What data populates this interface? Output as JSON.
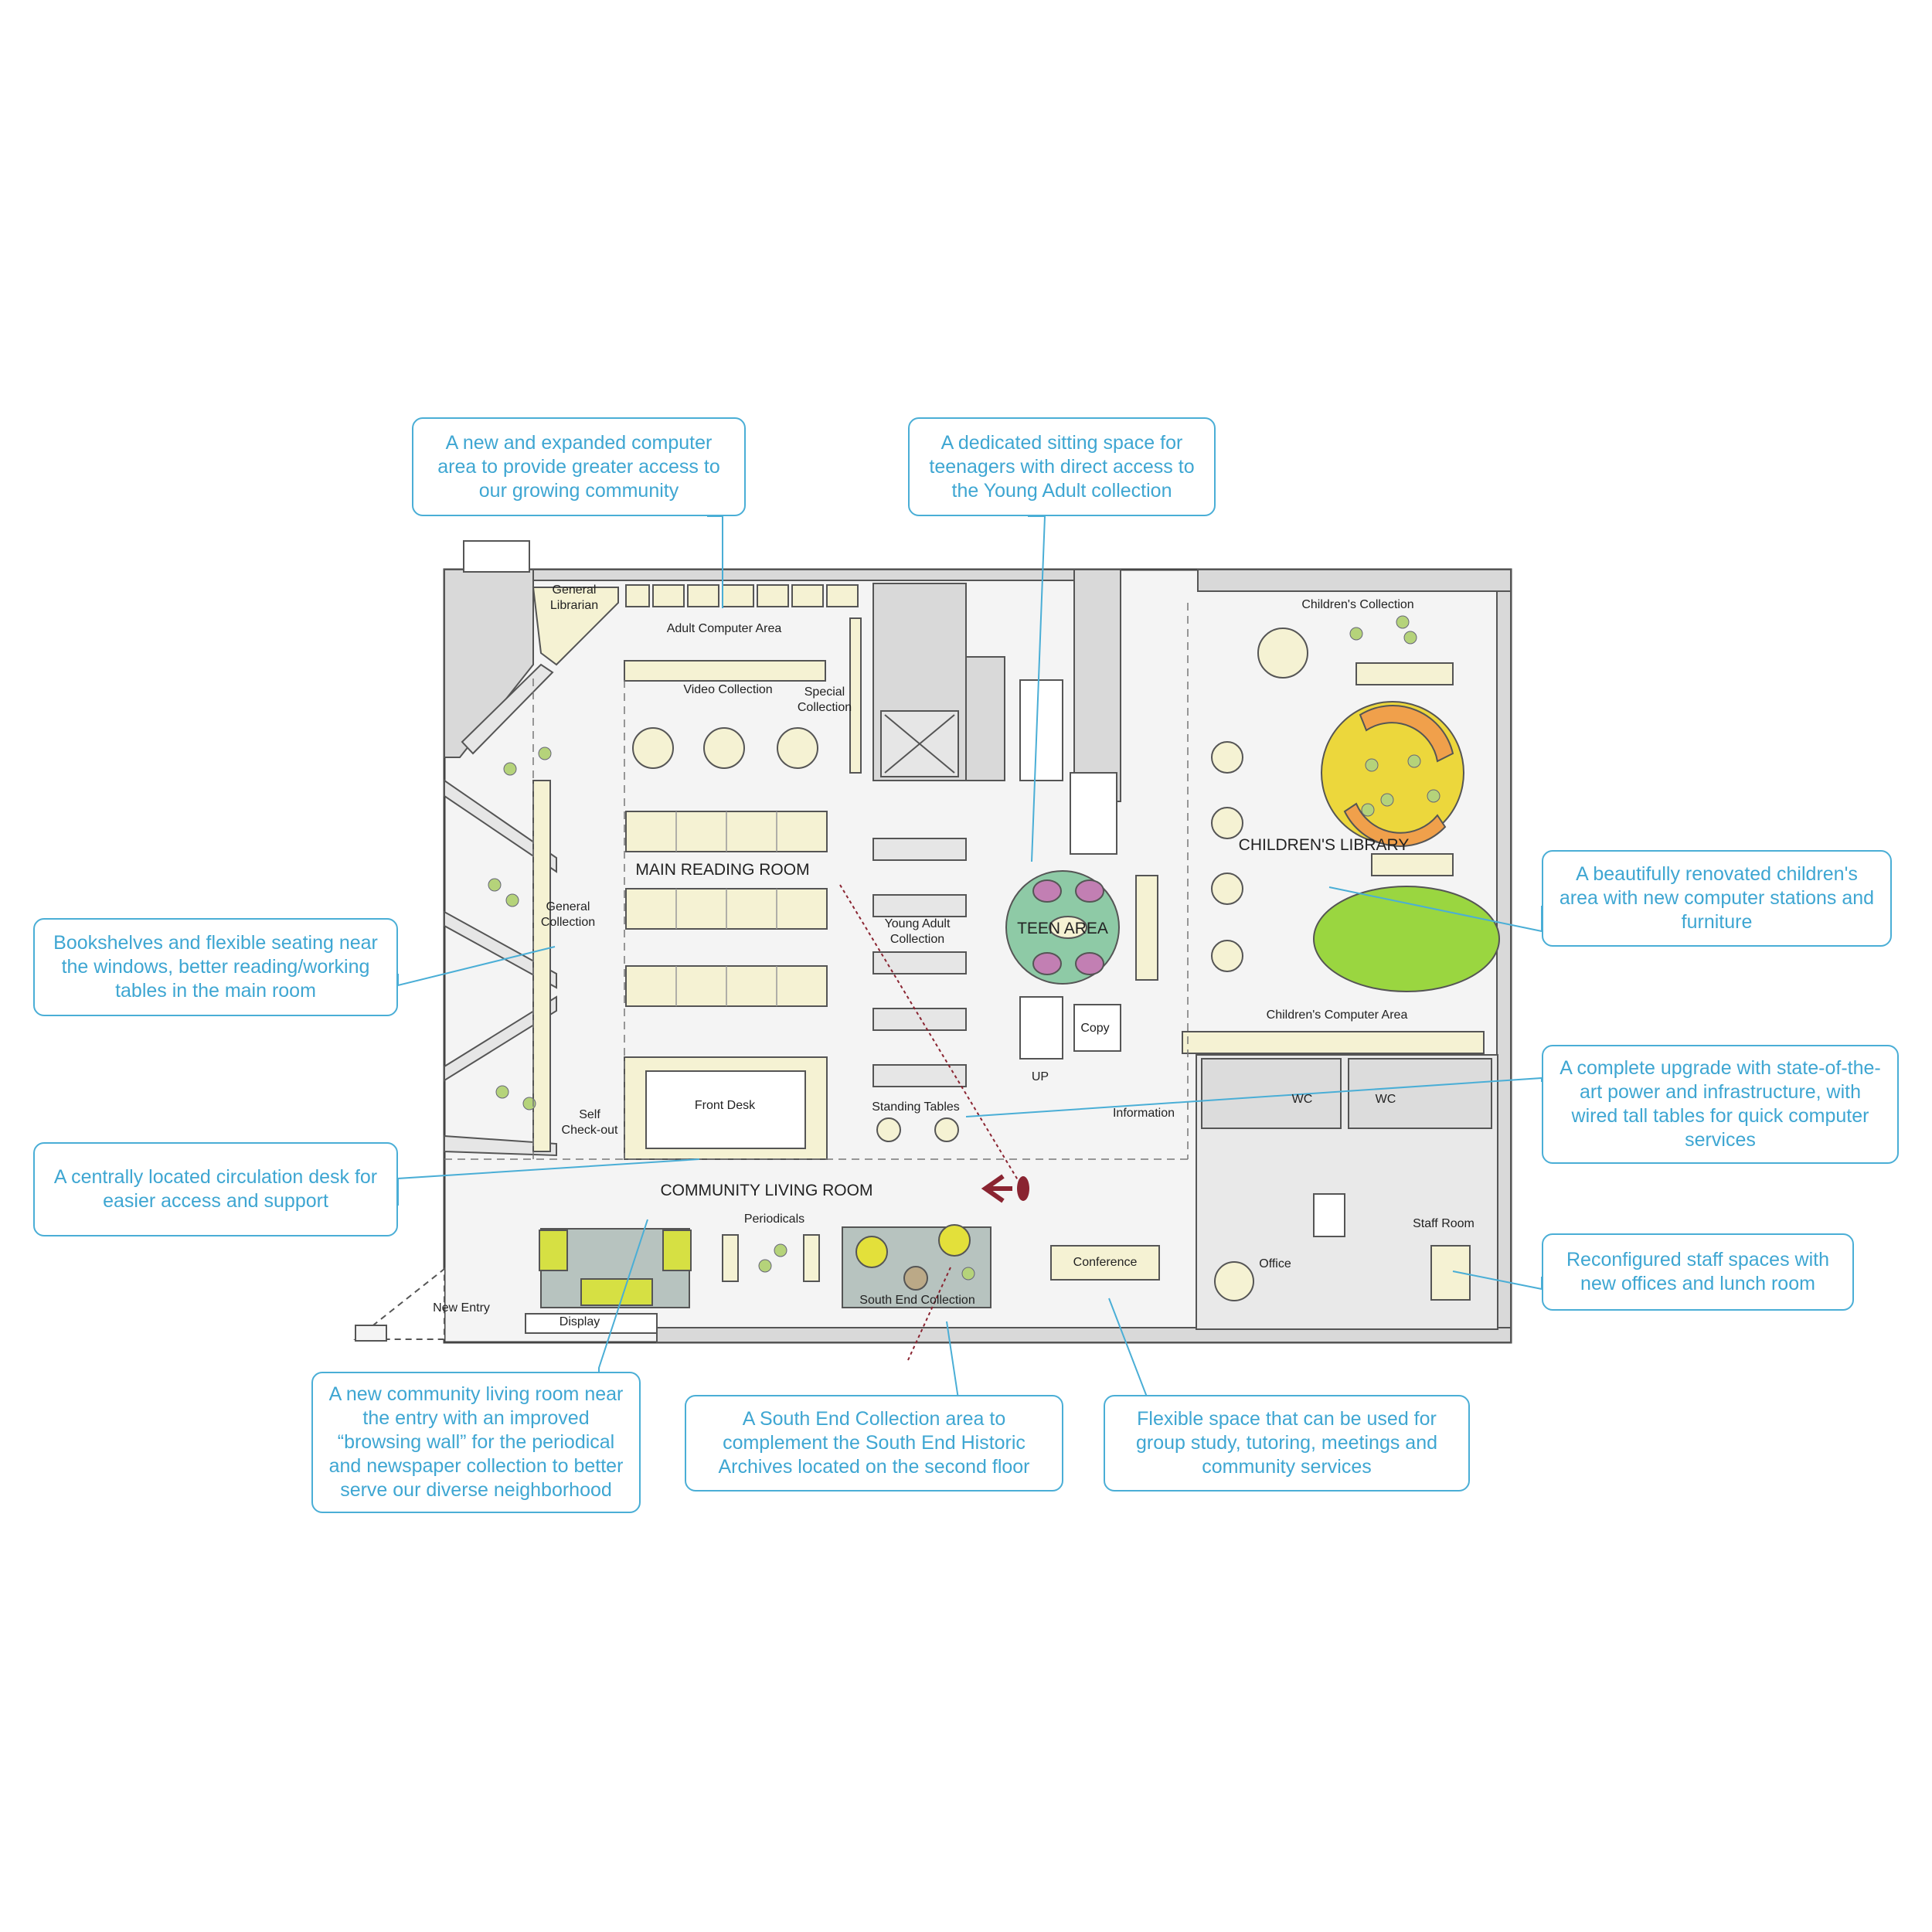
{
  "rooms": {
    "general_librarian": [
      "General",
      "Librarian"
    ],
    "adult_computer_area": "Adult Computer Area",
    "video_collection": "Video Collection",
    "special_collection": [
      "Special",
      "Collection"
    ],
    "main_reading_room": "MAIN READING ROOM",
    "general_collection": [
      "General",
      "Collection"
    ],
    "young_adult_collection": [
      "Young Adult",
      "Collection"
    ],
    "teen_area": "TEEN AREA",
    "copy": "Copy",
    "up": "UP",
    "front_desk": "Front Desk",
    "self_checkout": [
      "Self",
      "Check-out"
    ],
    "standing_tables": "Standing Tables",
    "information": "Information",
    "childrens_collection": "Children's Collection",
    "childrens_library": "CHILDREN'S LIBRARY",
    "childrens_computer_area": "Children's Computer Area",
    "wc_1": "WC",
    "wc_2": "WC",
    "community_living_room": "COMMUNITY LIVING ROOM",
    "periodicals": "Periodicals",
    "south_end_collection": "South End Collection",
    "conference": "Conference",
    "office": "Office",
    "staff_room": "Staff Room",
    "new_entry": "New Entry",
    "display": "Display"
  },
  "callouts": {
    "computer_area": "A new and expanded computer area to provide greater access to our growing community",
    "teen_space": "A dedicated sitting space for teenagers with direct access to the Young Adult collection",
    "bookshelves": "Bookshelves and flexible seating near the windows, better reading/working tables in the main room",
    "childrens_area": "A beautifully renovated children's area with new computer stations and furniture",
    "upgrade": "A complete upgrade with state-of-the-art power and infrastructure, with wired tall tables for quick computer services",
    "circulation": "A centrally located circulation desk for easier access and support",
    "staff_spaces": "Reconfigured staff spaces with new offices and lunch room",
    "living_room": "A new community living room near the entry with an improved “browsing wall” for the periodical and newspaper collection to better serve our diverse neighborhood",
    "south_end": "A South End Collection area to complement the South End Historic Archives located on the second floor",
    "flexible_space": "Flexible space that can be used for group study, tutoring, meetings and community services"
  },
  "colors": {
    "callout_border": "#4aaed6",
    "callout_text": "#3ea6d2",
    "wall": "#d9d9d9",
    "furniture": "#f5f2d3",
    "teen_green": "#8ecaa6",
    "kids_yellow": "#ecd73c",
    "kids_green": "#9ad640",
    "entry_arrow": "#8a2431"
  }
}
